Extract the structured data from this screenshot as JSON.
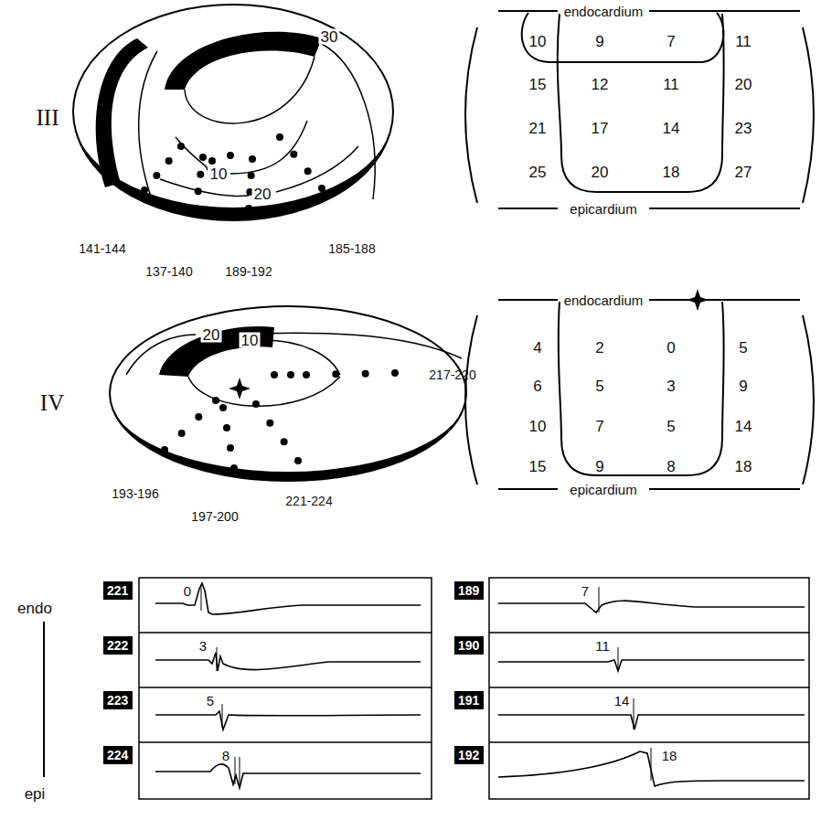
{
  "diagram": {
    "nodes": [
      {
        "text": [
          "221"
        ]
      },
      {
        "text": [
          "222"
        ]
      },
      {
        "text": [
          "223"
        ]
      },
      {
        "text": [
          "224"
        ]
      },
      {
        "text": [
          "189"
        ]
      },
      {
        "text": [
          "190"
        ]
      },
      {
        "text": [
          "191"
        ]
      },
      {
        "text": [
          "192"
        ]
      }
    ],
    "labels": [
      "III",
      "30",
      "10",
      "20",
      "141-144",
      "137-140",
      "189-192",
      "185-188",
      "endocardium",
      "10",
      "9",
      "7",
      "11",
      "15",
      "12",
      "11",
      "20",
      "21",
      "17",
      "14",
      "23",
      "25",
      "20",
      "18",
      "27",
      "epicardium",
      "IV",
      "20",
      "10",
      "217-220",
      "193-196",
      "197-200",
      "221-224",
      "endocardium",
      "4",
      "2",
      "0",
      "5",
      "6",
      "5",
      "3",
      "9",
      "10",
      "7",
      "5",
      "14",
      "15",
      "9",
      "8",
      "18",
      "epicardium",
      "endo",
      "epi",
      "0",
      "3",
      "5",
      "8",
      "7",
      "11",
      "14",
      "18"
    ]
  }
}
